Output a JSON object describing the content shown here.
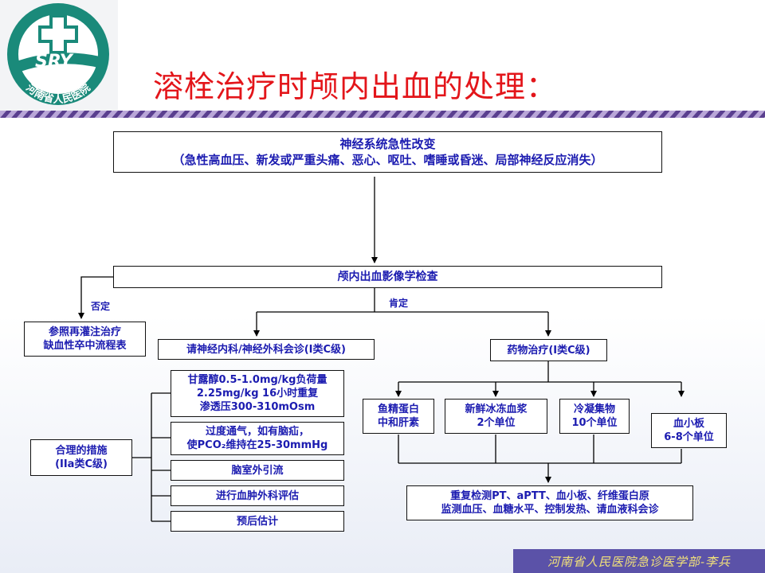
{
  "header": {
    "title": "溶栓治疗时颅内出血的处理：",
    "logo_text": "SRY",
    "logo_subtitle": "河南省人民医院"
  },
  "flow": {
    "top_box": {
      "line1": "神经系统急性改变",
      "line2": "（急性高血压、新发或严重头痛、恶心、呕吐、嗜睡或昏迷、局部神经反应消失）"
    },
    "imaging_box": "颅内出血影像学检查",
    "label_negative": "否定",
    "label_positive": "肯定",
    "reperfusion_box": {
      "line1": "参照再灌注治疗",
      "line2": "缺血性卒中流程表"
    },
    "consult_box": "请神经内科/神经外科会诊(I类C级)",
    "drug_box": "药物治疗(I类C级)",
    "reasonable_box": {
      "line1": "合理的措施",
      "line2": "(IIa类C级)"
    },
    "measures": [
      {
        "lines": [
          "甘露醇0.5-1.0mg/kg负荷量",
          "2.25mg/kg 16小时重复",
          "渗透压300-310mOsm"
        ]
      },
      {
        "lines": [
          "过度通气，如有脑疝，",
          "使PCO₂维持在25-30mmHg"
        ]
      },
      {
        "lines": [
          "脑室外引流"
        ]
      },
      {
        "lines": [
          "进行血肿外科评估"
        ]
      },
      {
        "lines": [
          "预后估计"
        ]
      }
    ],
    "drugs": [
      {
        "lines": [
          "鱼精蛋白",
          "中和肝素"
        ]
      },
      {
        "lines": [
          "新鲜冰冻血浆",
          "2个单位"
        ]
      },
      {
        "lines": [
          "冷凝集物",
          "10个单位"
        ]
      },
      {
        "lines": [
          "血小板",
          "6-8个单位"
        ]
      }
    ],
    "monitor_box": {
      "line1": "重复检测PT、aPTT、血小板、纤维蛋白原",
      "line2": "监测血压、血糖水平、控制发热、请血液科会诊"
    }
  },
  "footer": {
    "text": "河南省人民医院急诊医学部-李兵"
  },
  "colors": {
    "title": "#e3151a",
    "box_text": "#1b1bb0",
    "footer_bg": "#5b52a8",
    "footer_text": "#f2e27a",
    "logo_green": "#1a8a7a"
  }
}
